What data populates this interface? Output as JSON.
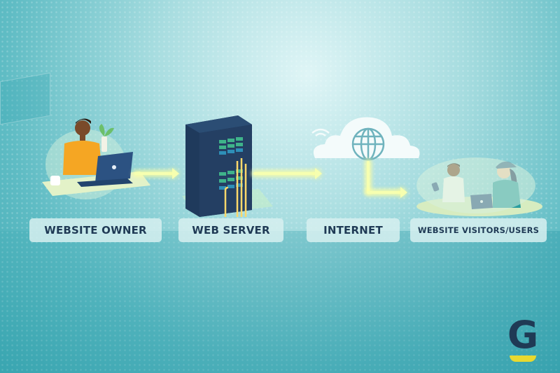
{
  "diagram": {
    "nodes": [
      {
        "id": "owner",
        "label": "WEBSITE OWNER",
        "icon": "person-at-laptop-icon"
      },
      {
        "id": "server",
        "label": "WEB SERVER",
        "icon": "server-rack-icon"
      },
      {
        "id": "internet",
        "label": "INTERNET",
        "icon": "cloud-globe-icon"
      },
      {
        "id": "users",
        "label": "WEBSITE VISITORS/USERS",
        "icon": "users-with-devices-icon"
      }
    ],
    "edges": [
      {
        "from": "owner",
        "to": "server"
      },
      {
        "from": "server",
        "to": "internet"
      },
      {
        "from": "internet",
        "to": "users"
      }
    ],
    "colors": {
      "label_text": "#1f3a55",
      "label_bg": "#d7f0f0",
      "arrow_glow": "#f6ffb0",
      "server_body": "#1f3a5c",
      "logo_primary": "#1f3a55",
      "logo_accent": "#e8d930"
    },
    "logo": {
      "letter": "G"
    }
  }
}
